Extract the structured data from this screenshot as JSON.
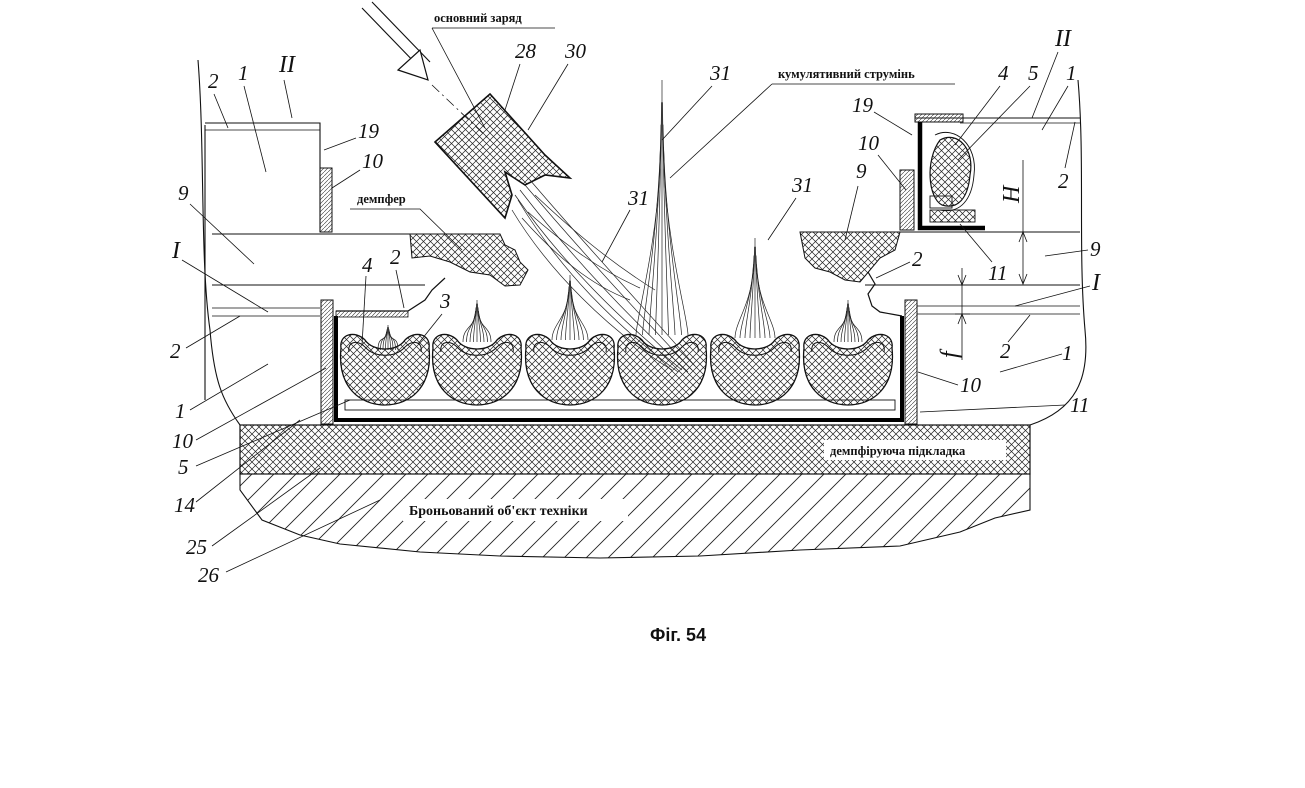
{
  "figure": {
    "caption": "Фіг. 54",
    "labels": {
      "main_charge": "основний заряд",
      "cumulative_jet": "кумулятивний струмінь",
      "damper": "демпфер",
      "damping_pad": "демпфіруюча підкладка",
      "armored_object": "Броньований об'єкт техніки"
    },
    "section_marks": {
      "II_left": "II",
      "II_right": "II",
      "I_left": "I",
      "I_right": "I"
    },
    "dimension_marks": {
      "H": "H",
      "f": "f"
    },
    "numbers": {
      "n28": "28",
      "n30": "30",
      "n31_a": "31",
      "n31_b": "31",
      "n31_c": "31",
      "n4_left": "4",
      "n4_right": "4",
      "n5_right": "5",
      "n5_left": "5",
      "n1_a": "1",
      "n1_b": "1",
      "n1_c": "1",
      "n1_d": "1",
      "n2_a": "2",
      "n2_b": "2",
      "n2_c": "2",
      "n2_d": "2",
      "n2_e": "2",
      "n2_f": "2",
      "n19_left": "19",
      "n19_right": "19",
      "n10_a": "10",
      "n10_b": "10",
      "n10_c": "10",
      "n10_d": "10",
      "n9_a": "9",
      "n9_b": "9",
      "n9_c": "9",
      "n3": "3",
      "n11_a": "11",
      "n11_b": "11",
      "n14": "14",
      "n25": "25",
      "n26": "26"
    }
  }
}
